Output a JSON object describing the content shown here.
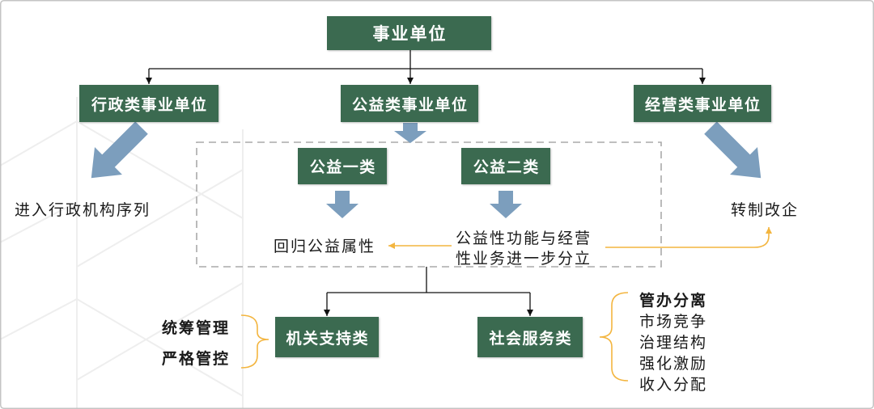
{
  "colors": {
    "box_fill": "#3b6a50",
    "box_text": "#ffffff",
    "block_arrow": "#7c9ebd",
    "accent": "#f3b53f",
    "connector": "#111111",
    "dashed_frame": "#aaaaaa",
    "text": "#1a1a1a"
  },
  "root": {
    "label": "事业单位"
  },
  "categories": {
    "administrative": {
      "label": "行政类事业单位",
      "outcome": "进入行政机构序列"
    },
    "public_welfare": {
      "label": "公益类事业单位"
    },
    "business": {
      "label": "经营类事业单位",
      "outcome": "转制改企"
    }
  },
  "public_welfare_types": {
    "type1": {
      "label": "公益一类",
      "outcome": "回归公益属性"
    },
    "type2": {
      "label": "公益二类",
      "outcome_lines": [
        "公益性功能与经营",
        "性业务进一步分立"
      ]
    }
  },
  "subdivisions": {
    "agency_support": {
      "label": "机关支持类",
      "notes": [
        "统筹管理",
        "严格管控"
      ]
    },
    "social_service": {
      "label": "社会服务类",
      "notes": [
        "管办分离",
        "市场竞争",
        "治理结构",
        "强化激励",
        "收入分配"
      ]
    }
  }
}
